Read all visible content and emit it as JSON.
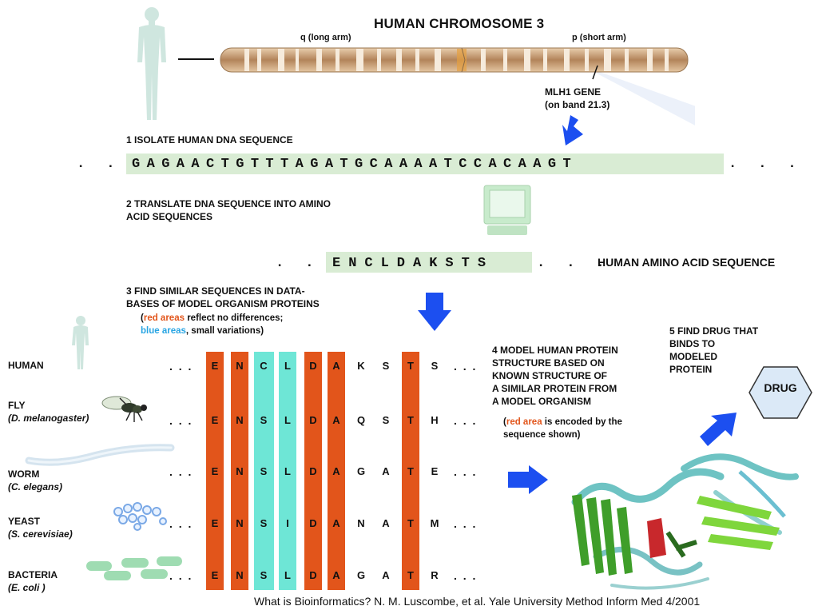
{
  "title": "HUMAN CHROMOSOME 3",
  "chromosome": {
    "q_label": "q (long arm)",
    "p_label": "p (short arm)",
    "gene_label_1": "MLH1 GENE",
    "gene_label_2": "(on band 21.3)"
  },
  "step1": {
    "label": "1  ISOLATE HUMAN DNA SEQUENCE",
    "dna": "GAGAACTGTTTAGATGCAAAATCCACAAGT",
    "lead_dots": ". . .",
    "trail_dots": ". . ."
  },
  "step2": {
    "label": "2  TRANSLATE DNA SEQUENCE INTO AMINO\n    ACID SEQUENCES",
    "amino": "ENCLDAKSTS",
    "lead_dots": ". . .",
    "trail_dots": ". . .",
    "caption": "HUMAN AMINO ACID SEQUENCE"
  },
  "step3": {
    "label": "3  FIND SIMILAR SEQUENCES IN DATA-\n    BASES OF MODEL ORGANISM PROTEINS",
    "open_paren": "(",
    "red_areas": "red   areas",
    "red_rest": " reflect no differences;",
    "blue_areas": "blue areas",
    "blue_rest": ", small variations)"
  },
  "alignment": [
    {
      "name": "HUMAN",
      "sci": "",
      "residues": [
        "E",
        "N",
        "C",
        "L",
        "D",
        "A",
        "K",
        "S",
        "T",
        "S"
      ]
    },
    {
      "name": "FLY",
      "sci": "(D. melanogaster)",
      "residues": [
        "E",
        "N",
        "S",
        "L",
        "D",
        "A",
        "Q",
        "S",
        "T",
        "H"
      ]
    },
    {
      "name": "WORM",
      "sci": "(C. elegans)",
      "residues": [
        "E",
        "N",
        "S",
        "L",
        "D",
        "A",
        "G",
        "A",
        "T",
        "E"
      ]
    },
    {
      "name": "YEAST",
      "sci": "(S. cerevisiae)",
      "residues": [
        "E",
        "N",
        "S",
        "I",
        "D",
        "A",
        "N",
        "A",
        "T",
        "M"
      ]
    },
    {
      "name": "BACTERIA",
      "sci": "(E. coli )",
      "residues": [
        "E",
        "N",
        "S",
        "L",
        "D",
        "A",
        "G",
        "A",
        "T",
        "R"
      ]
    }
  ],
  "row_dots": ". . .",
  "step4": {
    "line1": "4  MODEL HUMAN PROTEIN",
    "lines": "    STRUCTURE BASED ON\n    KNOWN STRUCTURE OF\n    A SIMILAR PROTEIN FROM\n    A MODEL ORGANISM",
    "open_paren": "(",
    "red_area": "red area",
    "rest": " is encoded by the\nsequence shown)"
  },
  "step5": {
    "label": "5  FIND DRUG THAT\n    BINDS TO\n    MODELED\n    PROTEIN",
    "drug": "DRUG"
  },
  "footer": "What is Bioinformatics? N. M. Luscombe, et al. Yale University Method Inform Med 4/2001",
  "colors": {
    "red_column": "#e2551b",
    "cyan_column": "#6ee6d6",
    "arrow_blue": "#1c4ff0",
    "sequence_box": "#d9ecd4",
    "drug_fill": "#dbe9f7"
  }
}
